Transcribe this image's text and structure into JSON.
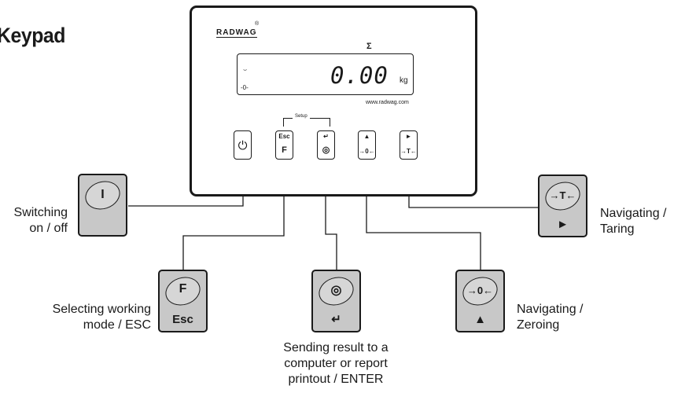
{
  "title": "Keypad",
  "device": {
    "logo": "RADWAG",
    "logo_mark": "®",
    "display_value": "0.00",
    "display_unit": "kg",
    "sigma": "Σ",
    "zero_indicator": "-0-",
    "stability_indicator": "⌣",
    "url": "www.radwag.com",
    "setup_label": "Setup"
  },
  "keys": [
    {
      "id": "power",
      "top": "",
      "main": "⏻"
    },
    {
      "id": "f",
      "top": "Esc",
      "main": "F"
    },
    {
      "id": "enter",
      "top": "↵",
      "main": "◎"
    },
    {
      "id": "zero",
      "top": "▲",
      "main": "→0←"
    },
    {
      "id": "tare",
      "top": "►",
      "main": "→T←"
    }
  ],
  "big_keys": {
    "power": {
      "symbol": "I",
      "lower": ""
    },
    "f": {
      "symbol": "F",
      "lower": "Esc"
    },
    "enter": {
      "symbol": "◎",
      "lower": "↵"
    },
    "zero": {
      "symbol": "→0←",
      "lower": "▲"
    },
    "tare": {
      "symbol": "→T←",
      "lower": "►"
    }
  },
  "labels": {
    "power": [
      "Switching",
      "on / off"
    ],
    "f": [
      "Selecting working",
      "mode / ESC"
    ],
    "enter": [
      "Sending result to a",
      "computer or report",
      "printout / ENTER"
    ],
    "zero": [
      "Navigating /",
      "Zeroing"
    ],
    "tare": [
      "Navigating /",
      "Taring"
    ]
  }
}
